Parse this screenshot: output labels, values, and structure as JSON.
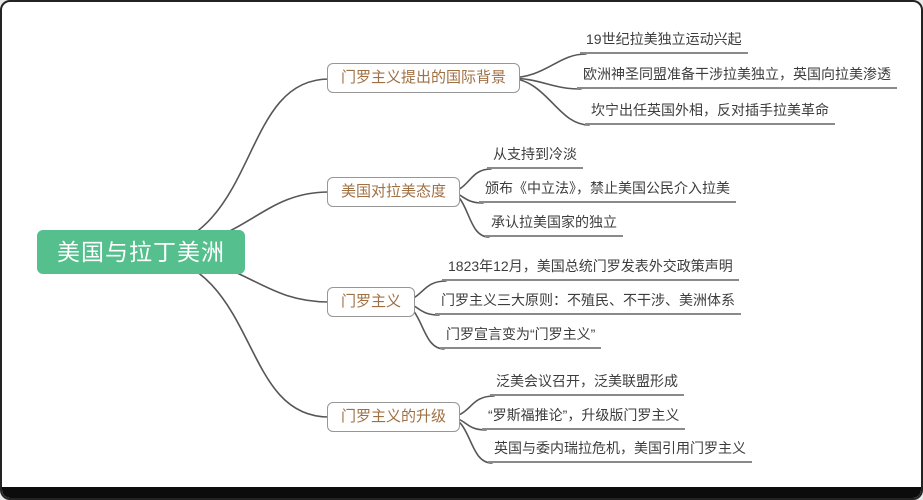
{
  "colors": {
    "root_fill": "#55bf8e",
    "root_text": "#ffffff",
    "branch_text": "#a07045",
    "branch_border": "#979797",
    "connector": "#565656",
    "leaf_text": "#3d3d3d",
    "canvas_background": "#ffffff",
    "bottom_bar": "#0c0c0c"
  },
  "mindmap": {
    "root": {
      "label": "美国与拉丁美洲"
    },
    "branches": [
      {
        "label": "门罗主义提出的国际背景",
        "children": [
          "19世纪拉美独立运动兴起",
          "欧洲神圣同盟准备干涉拉美独立，英国向拉美渗透",
          "坎宁出任英国外相，反对插手拉美革命"
        ]
      },
      {
        "label": "美国对拉美态度",
        "children": [
          "从支持到冷淡",
          "颁布《中立法》，禁止美国公民介入拉美",
          "承认拉美国家的独立"
        ]
      },
      {
        "label": "门罗主义",
        "children": [
          "1823年12月，美国总统门罗发表外交政策声明",
          "门罗主义三大原则：不殖民、不干涉、美洲体系",
          "门罗宣言变为“门罗主义”"
        ]
      },
      {
        "label": "门罗主义的升级",
        "children": [
          "泛美会议召开，泛美联盟形成",
          "“罗斯福推论”，升级版门罗主义",
          "英国与委内瑞拉危机，美国引用门罗主义"
        ]
      }
    ]
  }
}
